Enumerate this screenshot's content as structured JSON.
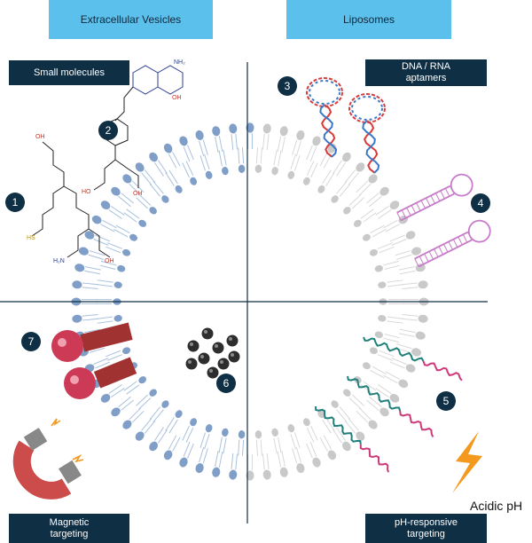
{
  "headers": {
    "left": "Extracellular Vesicles",
    "right": "Liposomes"
  },
  "labels": {
    "small_molecules": "Small molecules",
    "aptamers_line1": "DNA / RNA",
    "aptamers_line2": "aptamers",
    "magnetic_line1": "Magnetic",
    "magnetic_line2": "targeting",
    "ph_line1": "pH-responsive",
    "ph_line2": "targeting",
    "acidic_ph": "Acidic pH"
  },
  "badges": [
    "1",
    "2",
    "3",
    "4",
    "5",
    "6",
    "7"
  ],
  "colors": {
    "header_bg": "#5bc0eb",
    "dark_label_bg": "#0f2f45",
    "vesicle_blue": "#7f9fc8",
    "liposome_gray": "#c9c9c9",
    "magnet_red": "#cc4b4b",
    "lightning": "#f39a1e",
    "aptamer_red": "#d93a3a",
    "aptamer_blue": "#3a78c8",
    "hairpin_pink": "#c77ac9",
    "ph_teal": "#1f7f7a",
    "ph_pink": "#cc3a7a"
  }
}
